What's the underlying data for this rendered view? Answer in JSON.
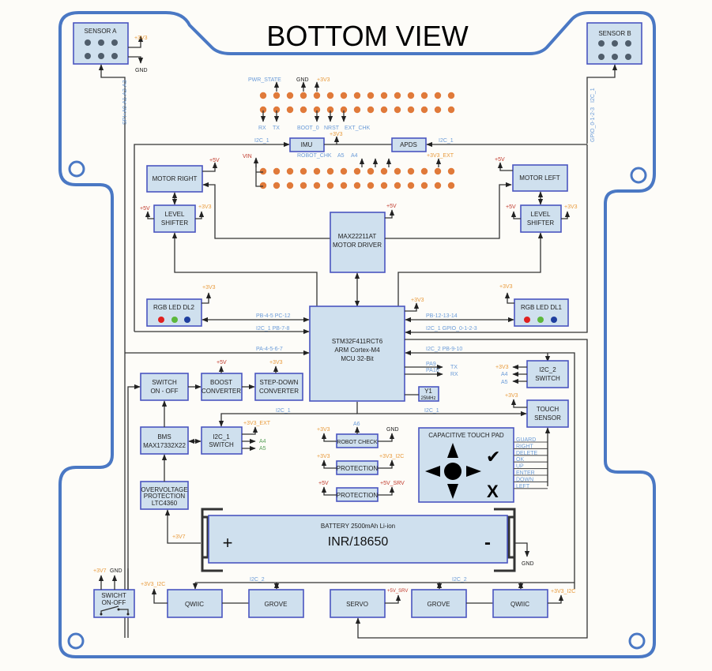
{
  "title": "BOTTOM VIEW",
  "colors": {
    "board_outline": "#4a78c4",
    "block_fill": "#cfe0ee",
    "block_border": "#4a55c0",
    "header_pin": "#e07a3a",
    "signal_label": "#6a9bd8",
    "rail_3v3": "#e89a3c",
    "rail_5v": "#c0392b"
  },
  "sensors": {
    "a": {
      "label": "SENSOR A",
      "rail": "+3V3",
      "gnd": "GND",
      "bus": "SPI+A0-A1-A2-A3"
    },
    "b": {
      "label": "SENSOR B",
      "bus_gpio": "GPIO_0-1-2-3",
      "bus_i2c": "I2C_1"
    }
  },
  "header": {
    "pins_per_row": 15,
    "top_labels": {
      "pwr_state": "PWR_STATE",
      "gnd": "GND",
      "v33": "+3V3"
    },
    "bottom_labels": {
      "rx": "RX",
      "tx": "TX",
      "boot0": "BOOT_0",
      "nrst": "NRST",
      "ext_chk": "EXT_CHK"
    },
    "lower_top_labels": {
      "robot_chk": "ROBOT_CHK",
      "a5": "A5",
      "a4": "A4",
      "v33_ext": "+3V3_EXT",
      "vin": "VIN"
    }
  },
  "imu": {
    "label": "IMU",
    "bus": "I2C_1",
    "rail": "+3V3"
  },
  "apds": {
    "label": "APDS",
    "bus": "I2C_1"
  },
  "motor_right": {
    "label": "MOTOR RIGHT",
    "rail": "+5V"
  },
  "motor_left": {
    "label": "MOTOR LEFT",
    "rail": "+5V"
  },
  "level_shifter_r": {
    "line1": "LEVEL",
    "line2": "SHIFTER",
    "rail_l": "+5V",
    "rail_r": "+3V3"
  },
  "level_shifter_l": {
    "line1": "LEVEL",
    "line2": "SHIFTER",
    "rail_l": "+5V",
    "rail_r": "+3V3"
  },
  "motor_driver": {
    "line1": "MAX22211AT",
    "line2": "MOTOR DRIVER",
    "rail": "+5V"
  },
  "rgb_dl2": {
    "label": "RGB LED DL2",
    "rail": "+3V3",
    "bus": "PB-4-5 PC-12"
  },
  "rgb_dl1": {
    "label": "RGB LED DL1",
    "rail": "+3V3",
    "bus": "PB-12-13-14"
  },
  "led_colors": [
    "#e02020",
    "#5cb83c",
    "#1f3f9f"
  ],
  "mcu": {
    "line1": "STM32F411RCT6",
    "line2": "ARM Cortex-M4",
    "line3": "MCU 32-Bit",
    "rail": "+3V3",
    "bus_i2c1_l": "I2C_1 PB-7-8",
    "bus_pa": "PA-4-5-6-7",
    "bus_i2c1_r": "I2C_1   GPIO_0-1-2-3",
    "bus_i2c2": "I2C_2   PB-9-10",
    "pa9": "PA9",
    "pa10": "PA10",
    "tx": "TX",
    "rx": "RX"
  },
  "crystal": {
    "line1": "Y1",
    "line2": "25MHz"
  },
  "i2c2_switch": {
    "line1": "I2C_2",
    "line2": "SWITCH",
    "rail": "+3V3",
    "a4": "A4",
    "a5": "A5"
  },
  "touch_sensor": {
    "line1": "TOUCH",
    "line2": "SENSOR",
    "rail": "+3V3",
    "bus": "I2C_1"
  },
  "touch_pad": {
    "label": "CAPACITIVE TOUCH PAD",
    "signals": [
      "GUARD",
      "RIGHT",
      "DELETE",
      "OK",
      "UP",
      "ENTER",
      "DOWN",
      "LEFT"
    ],
    "check": "✔",
    "cross": "X"
  },
  "switch_onoff": {
    "line1": "SWITCH",
    "line2": "ON - OFF"
  },
  "boost": {
    "line1": "BOOST",
    "line2": "CONVERTER",
    "rail": "+5V"
  },
  "stepdown": {
    "line1": "STEP-DOWN",
    "line2": "CONVERTER",
    "rail": "+3V3"
  },
  "bms": {
    "line1": "BMS",
    "line2": "MAX17332X22"
  },
  "i2c1_switch": {
    "line1": "I2C_1",
    "line2": "SWITCH",
    "rail": "+3V3_EXT",
    "a4": "A4",
    "a5": "A5",
    "bus": "I2C_1"
  },
  "robot_check": {
    "label": "ROBOT CHECK",
    "rail": "+3V3",
    "sig": "A6",
    "gnd": "GND"
  },
  "protection_1": {
    "label": "PROTECTION",
    "in": "+3V3",
    "out": "+3V3_I2C"
  },
  "protection_2": {
    "label": "PROTECTION",
    "in": "+5V",
    "out": "+5V_SRV"
  },
  "ovp": {
    "line1": "OVERVOLTAGE",
    "line2": "PROTECTION",
    "line3": "LTC4360",
    "rail": "+3V7"
  },
  "battery": {
    "label": "BATTERY 2500mAh Li-ion",
    "model": "INR/18650",
    "plus": "+",
    "minus": "-",
    "gnd": "GND"
  },
  "switch_main": {
    "line1": "SWICHT",
    "line2": "ON-OFF",
    "rail": "+3V7",
    "gnd": "GND"
  },
  "qwiic_l": {
    "label": "QWIIC",
    "rail": "+3V3_I2C"
  },
  "grove_l": {
    "label": "GROVE"
  },
  "servo": {
    "label": "SERVO",
    "rail": "+5V_SRV"
  },
  "grove_r": {
    "label": "GROVE"
  },
  "qwiic_r": {
    "label": "QWIIC",
    "rail": "+3V3_I2C"
  },
  "bus_i2c2_l": "I2C_2",
  "bus_i2c2_r": "I2C_2"
}
